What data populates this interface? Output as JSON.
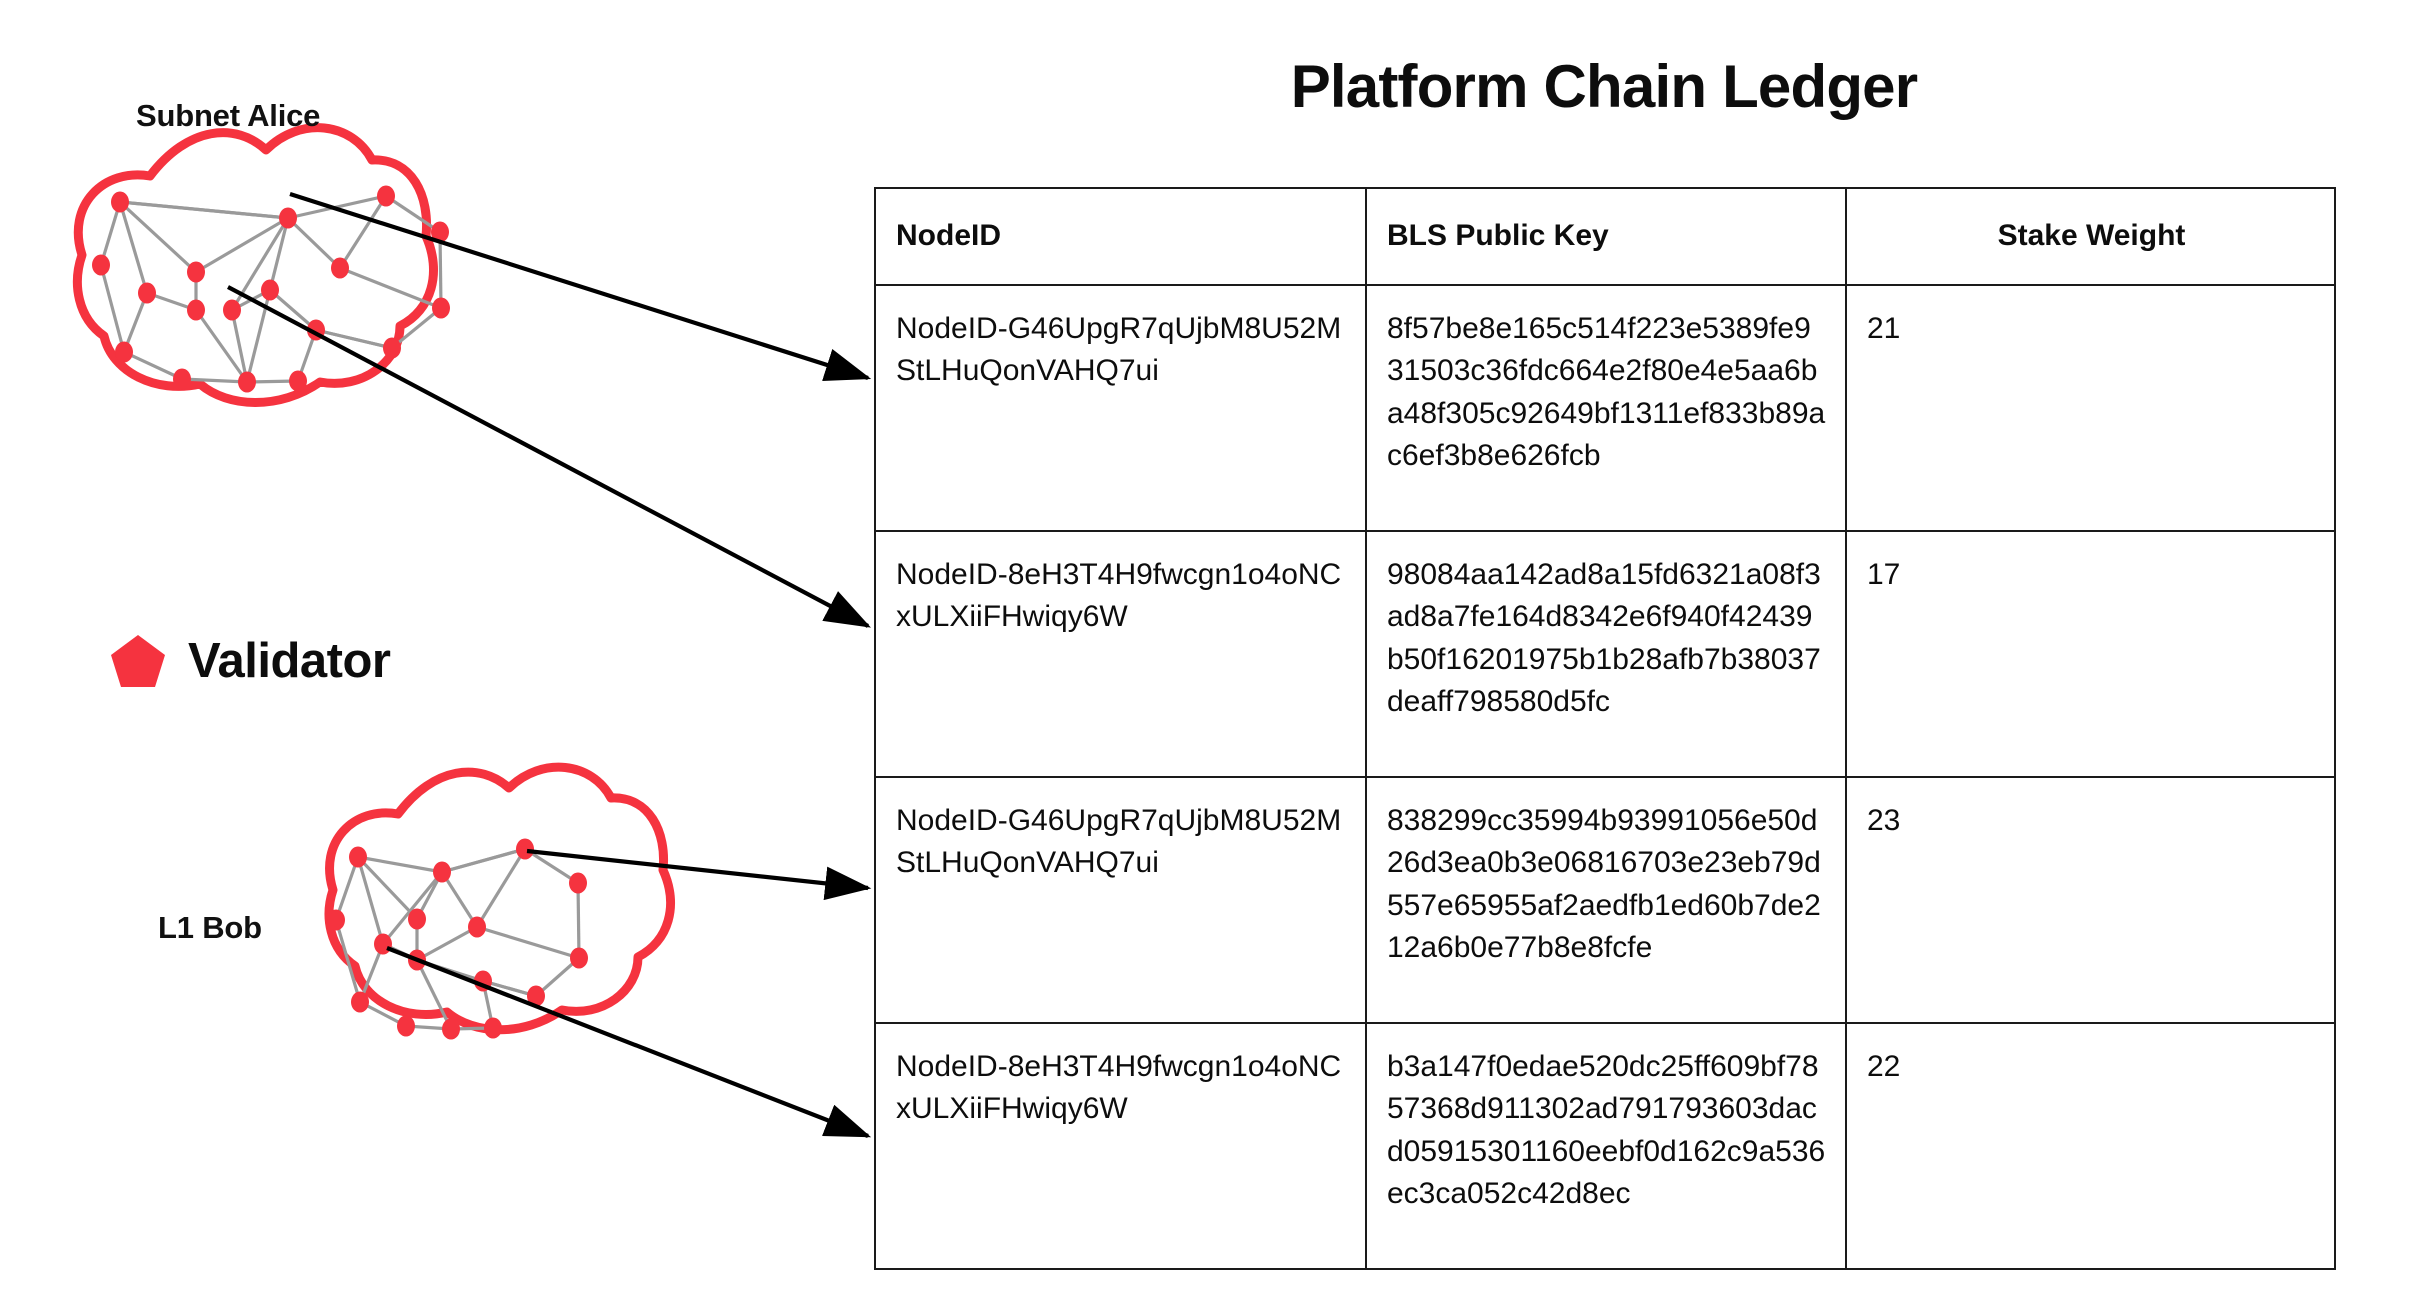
{
  "title": "Platform Chain Ledger",
  "diagram": {
    "subnet_label": "Subnet Alice",
    "l1_label": "L1 Bob",
    "legend": {
      "icon": "pentagon-validator-icon",
      "label": "Validator"
    },
    "accent_color": "#F5333F",
    "edge_color": "#9a9a9a",
    "arrow_color": "#000000"
  },
  "table": {
    "columns": [
      "NodeID",
      "BLS Public Key",
      "Stake Weight"
    ],
    "rows": [
      {
        "node_id": "NodeID-G46UpgR7qUjbM8U52MStLHuQonVAHQ7ui",
        "bls_public_key": "8f57be8e165c514f223e5389fe931503c36fdc664e2f80e4e5aa6ba48f305c92649bf1311ef833b89ac6ef3b8e626fcb",
        "stake_weight": "21"
      },
      {
        "node_id": "NodeID-8eH3T4H9fwcgn1o4oNCxULXiiFHwiqy6W",
        "bls_public_key": "98084aa142ad8a15fd6321a08f3ad8a7fe164d8342e6f940f42439b50f16201975b1b28afb7b38037deaff798580d5fc",
        "stake_weight": "17"
      },
      {
        "node_id": "NodeID-G46UpgR7qUjbM8U52MStLHuQonVAHQ7ui",
        "bls_public_key": "838299cc35994b93991056e50d26d3ea0b3e06816703e23eb79d557e65955af2aedfb1ed60b7de212a6b0e77b8e8fcfe",
        "stake_weight": "23"
      },
      {
        "node_id": "NodeID-8eH3T4H9fwcgn1o4oNCxULXiiFHwiqy6W",
        "bls_public_key": "b3a147f0edae520dc25ff609bf7857368d911302ad791793603dacd05915301160eebf0d162c9a536ec3ca052c42d8ec",
        "stake_weight": "22"
      }
    ]
  }
}
